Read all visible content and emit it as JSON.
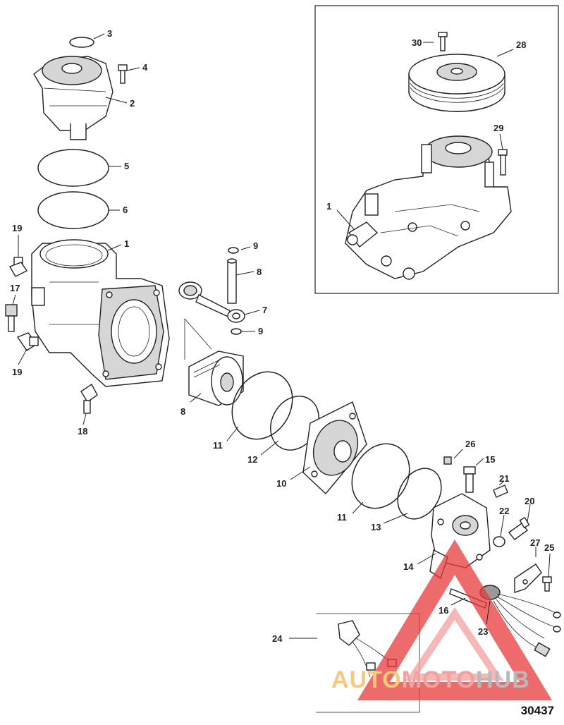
{
  "diagram_number": "30437",
  "watermark": {
    "part1": "AUTO",
    "part2": "MOTO",
    "part3": "HUB"
  },
  "callouts": {
    "c1a": "1",
    "c1b": "1",
    "c2": "2",
    "c3": "3",
    "c4": "4",
    "c5": "5",
    "c6": "6",
    "c7": "7",
    "c8a": "8",
    "c8b": "8",
    "c9a": "9",
    "c9b": "9",
    "c10": "10",
    "c11a": "11",
    "c11b": "11",
    "c12": "12",
    "c13": "13",
    "c14": "14",
    "c15": "15",
    "c16": "16",
    "c17": "17",
    "c18": "18",
    "c19a": "19",
    "c19b": "19",
    "c20": "20",
    "c21": "21",
    "c22": "22",
    "c23": "23",
    "c24": "24",
    "c25": "25",
    "c26": "26",
    "c27": "27",
    "c28": "28",
    "c29": "29",
    "c30": "30"
  },
  "colors": {
    "line": "#222222",
    "watermark_triangle": "#e83a3a",
    "watermark_triangle_inner": "#f4a0a0"
  }
}
